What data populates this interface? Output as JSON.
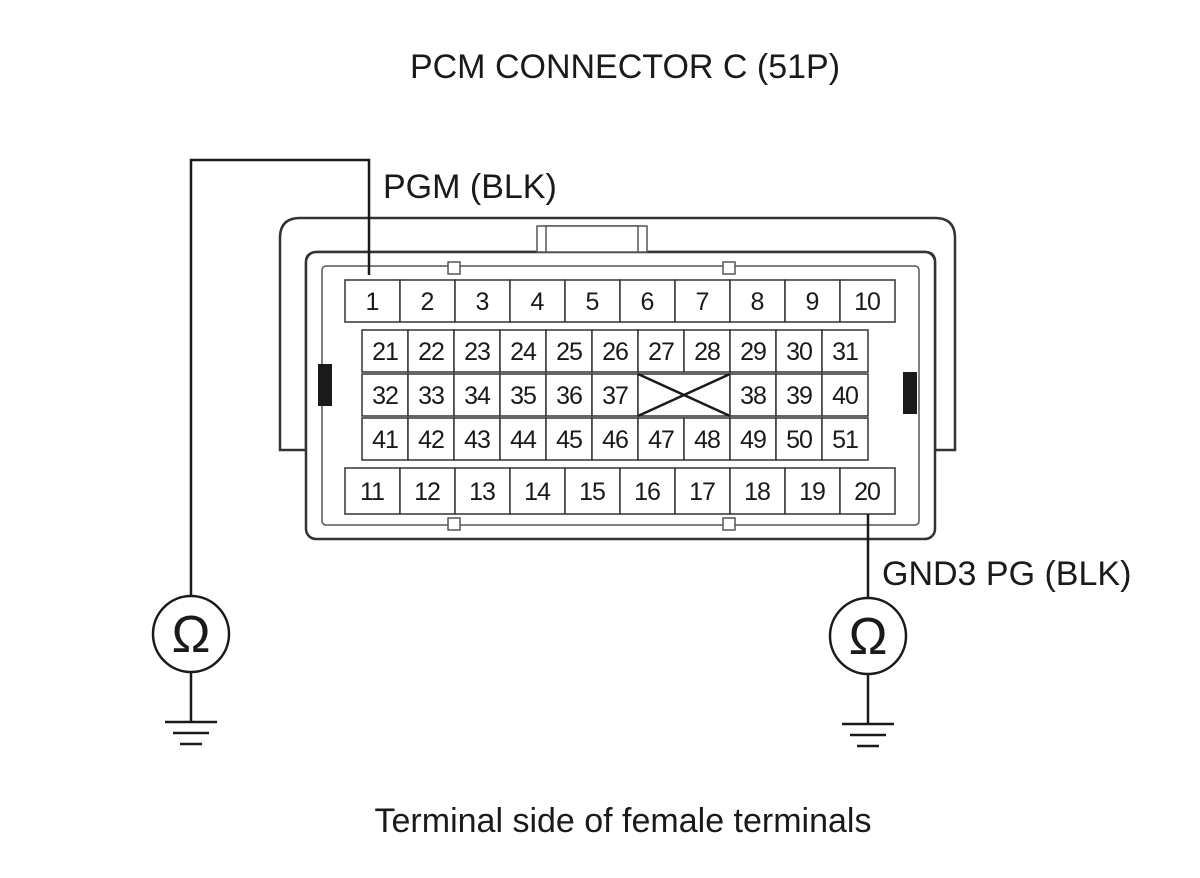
{
  "title": "PCM CONNECTOR C (51P)",
  "footer": "Terminal side of female terminals",
  "probes": {
    "left": {
      "label": "PGM (BLK)",
      "terminal": 1,
      "symbol": "Ω"
    },
    "right": {
      "label": "GND3 PG (BLK)",
      "terminal": 20,
      "symbol": "Ω"
    }
  },
  "connector": {
    "row1": [
      "1",
      "2",
      "3",
      "4",
      "5",
      "6",
      "7",
      "8",
      "9",
      "10"
    ],
    "row2": [
      "21",
      "22",
      "23",
      "24",
      "25",
      "26",
      "27",
      "28",
      "29",
      "30",
      "31"
    ],
    "row3_left": [
      "32",
      "33",
      "34",
      "35",
      "36",
      "37"
    ],
    "row3_right": [
      "38",
      "39",
      "40"
    ],
    "row4": [
      "41",
      "42",
      "43",
      "44",
      "45",
      "46",
      "47",
      "48",
      "49",
      "50",
      "51"
    ],
    "row5": [
      "11",
      "12",
      "13",
      "14",
      "15",
      "16",
      "17",
      "18",
      "19",
      "20"
    ]
  },
  "colors": {
    "line": "#1a1a1a",
    "background": "#ffffff"
  }
}
